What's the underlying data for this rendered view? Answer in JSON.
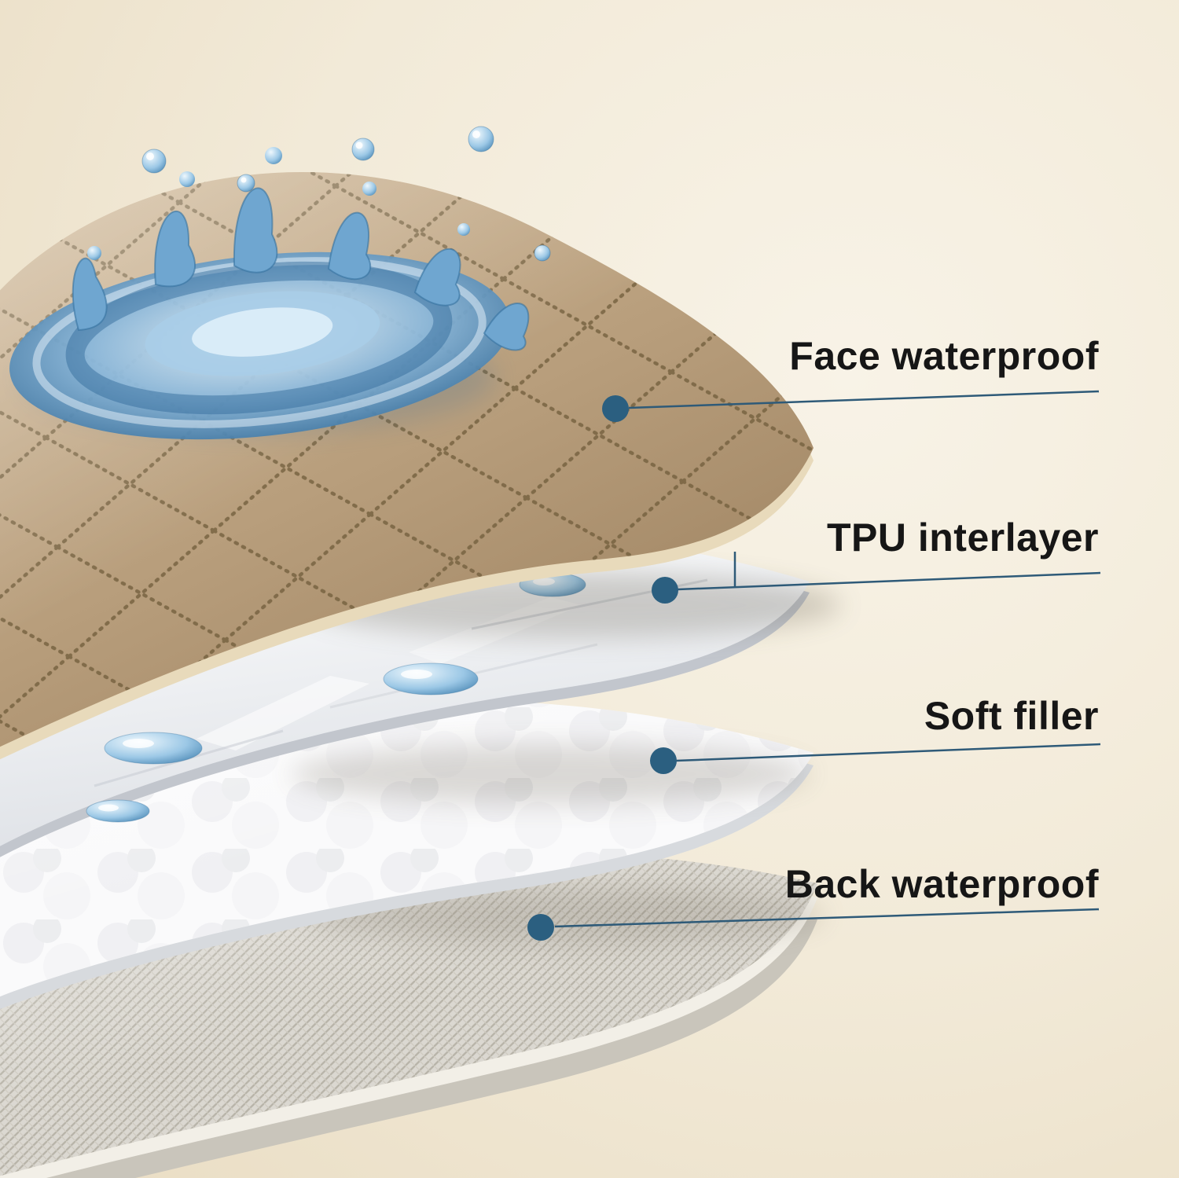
{
  "diagram": {
    "labels": {
      "face": "Face waterproof",
      "tpu": "TPU interlayer",
      "filler": "Soft filler",
      "back": "Back waterproof"
    },
    "colors": {
      "accent_dot": "#2b5f80",
      "leader_line": "#2e5a78",
      "label_text": "#161616",
      "fabric_tan": "#b79c79",
      "tpu_white": "#eef0f3",
      "filler_white": "#fafafb",
      "back_grey": "#d9d6cf",
      "water_blue": "#4e89b6",
      "background": "#f1e9d6"
    }
  }
}
